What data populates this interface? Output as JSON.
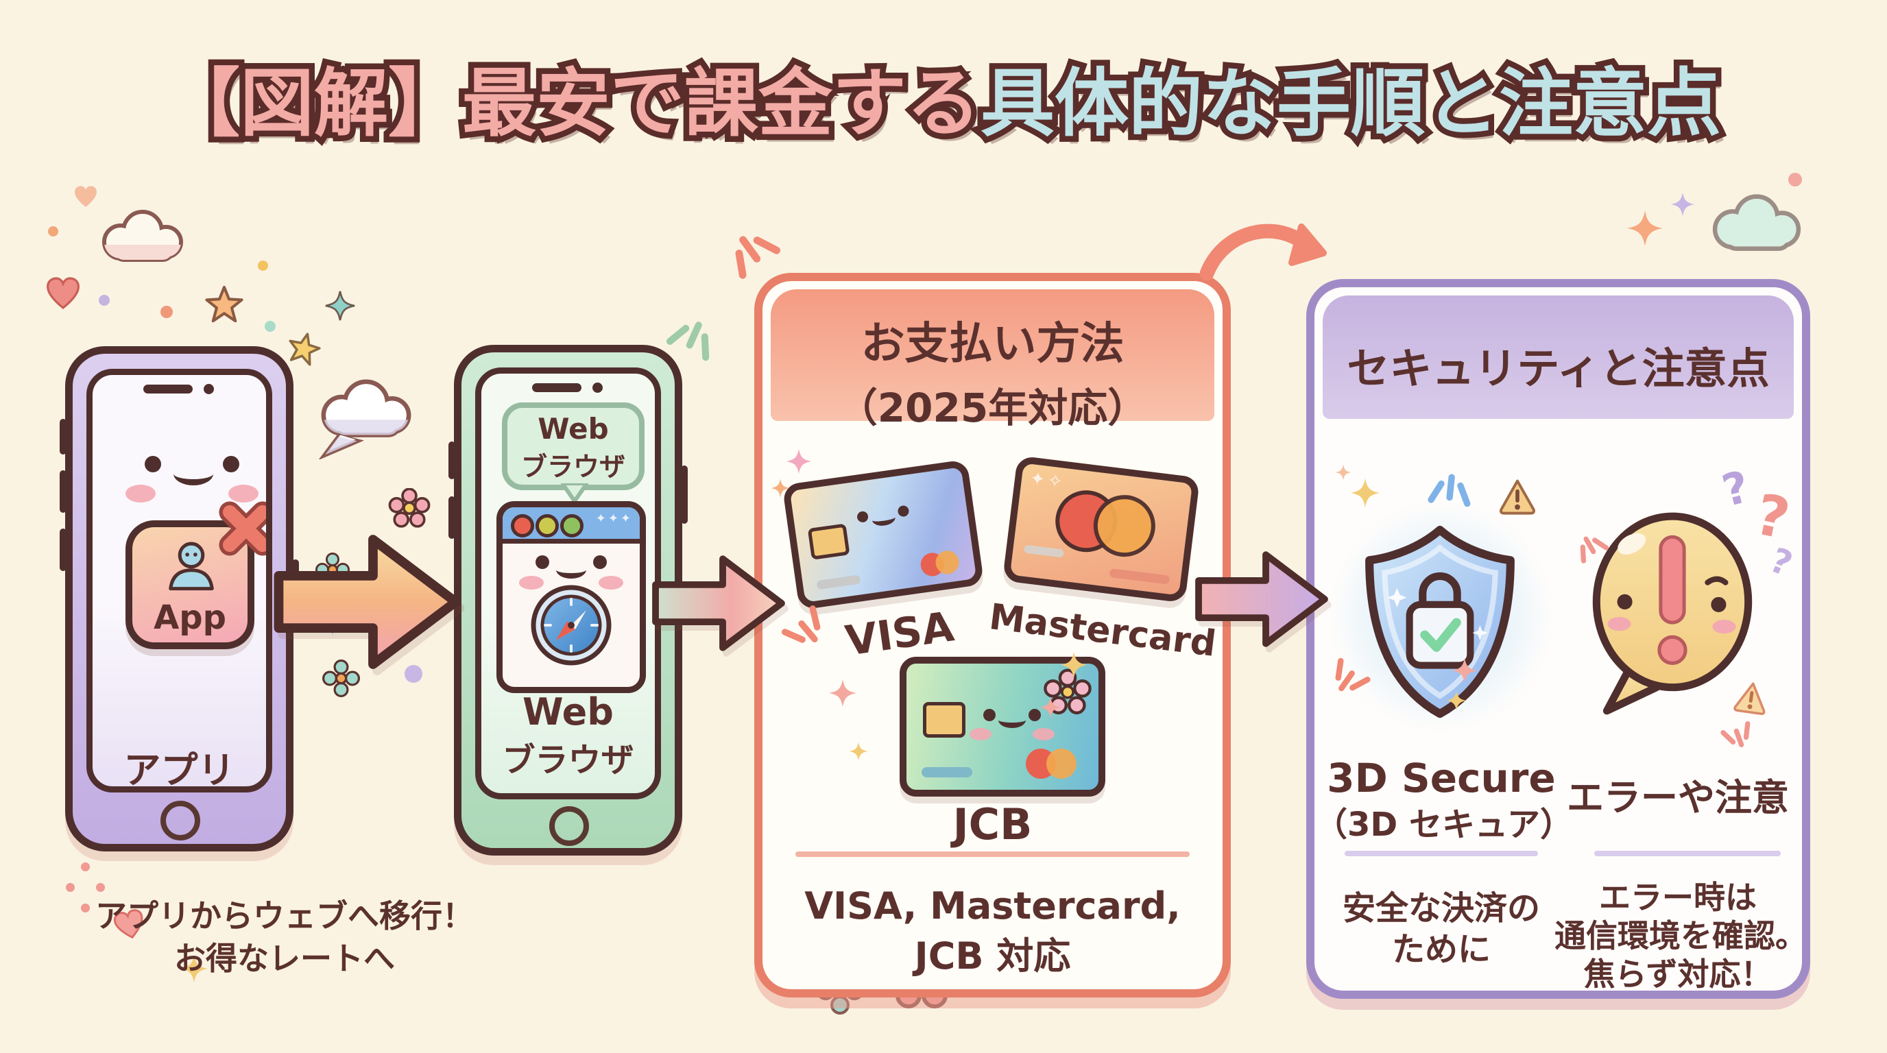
{
  "title": {
    "highlight": "【図解】最安で課金する",
    "rest": "具体的な手順と注意点"
  },
  "left_phone": {
    "app_icon_label": "App",
    "caption": "アプリ"
  },
  "web_phone": {
    "bubble_line1": "Web",
    "bubble_line2": "ブラウザ",
    "caption_line1": "Web",
    "caption_line2": "ブラウザ"
  },
  "flow_note": {
    "line1": "アプリからウェブへ移行！",
    "line2": "お得なレートへ"
  },
  "payments_panel": {
    "title_line1": "お支払い方法",
    "title_line2": "（2025年対応）",
    "cards": [
      {
        "name": "VISA"
      },
      {
        "name": "Mastercard"
      },
      {
        "name": "JCB"
      }
    ],
    "note_line1": "VISA, Mastercard,",
    "note_line2": "JCB 対応"
  },
  "security_panel": {
    "title": "セキュリティと注意点",
    "secure_item": {
      "label_line1": "3D Secure",
      "label_line2": "（3D セキュア）",
      "note_line1": "安全な決済の",
      "note_line2": "ために"
    },
    "error_item": {
      "label": "エラーや注意",
      "note_line1": "エラー時は",
      "note_line2": "通信環境を確認。",
      "note_line3": "焦らず対応！",
      "question_mark": "?"
    }
  },
  "colors": {
    "background": "#FAF3E2",
    "title_pink": "#F3ABA6",
    "title_blue": "#BFE2E6",
    "outline_brown": "#5A2C2A",
    "panel_salmon_border": "#E87F68",
    "panel_purple_border": "#A18BC7",
    "phone_purple": "#C2ADE2",
    "phone_green": "#ACD8B8",
    "text_brown": "#5B312E"
  }
}
